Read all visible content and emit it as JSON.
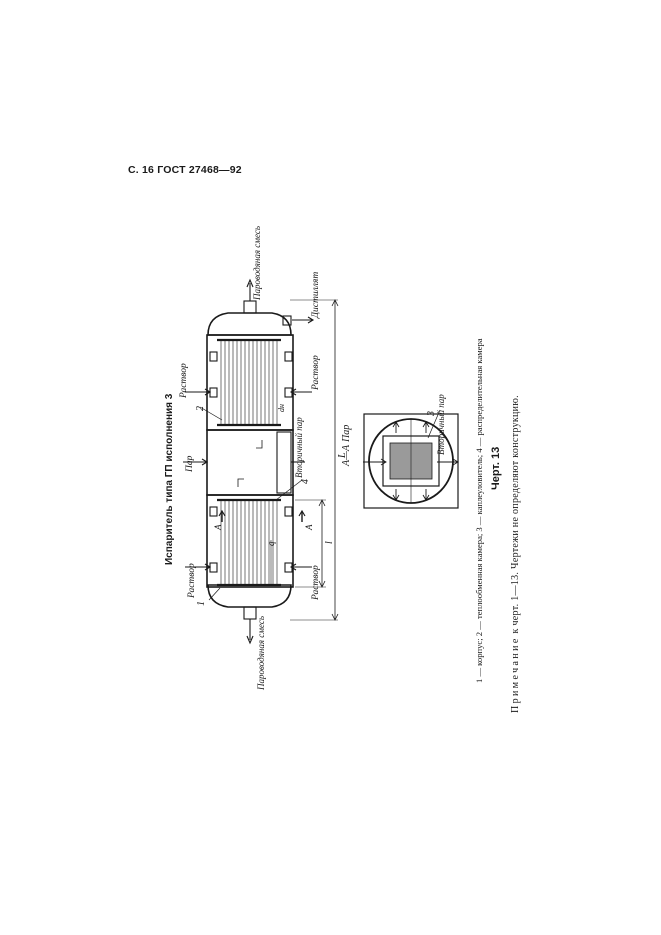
{
  "header": {
    "text": "С. 16 ГОСТ 27468—92"
  },
  "figure": {
    "title": "Испаритель типа ГП исполнения 3",
    "labels": {
      "vapor_left": "Пароводяная смесь",
      "vapor_right": "Пароводяная смесь",
      "solution_tl": "Раствор",
      "solution_bl": "Раствор",
      "solution_tr": "Раствор",
      "solution_br": "Раствор",
      "steam": "Пар",
      "secondary_steam": "Вторичный пар",
      "distillate": "Дистиллят",
      "section_mark": "А",
      "section_title": "А—А",
      "section_steam": "Пар",
      "section_secondary": "Вторичный пар",
      "dim_L": "L",
      "dim_l": "l",
      "dim_q": "q",
      "dim_dn": "dн",
      "pos_1": "1",
      "pos_2": "2",
      "pos_3": "3",
      "pos_4": "4"
    },
    "legend": "1 — корпус; 2 — теплообменная камера; 3 — каплеуловитель; 4 — распределительная камера",
    "figure_number": "Черт. 13"
  },
  "note": {
    "prefix": "Примечание",
    "text": "к черт. 1—13. Чертежи не определяют конструкцию."
  }
}
